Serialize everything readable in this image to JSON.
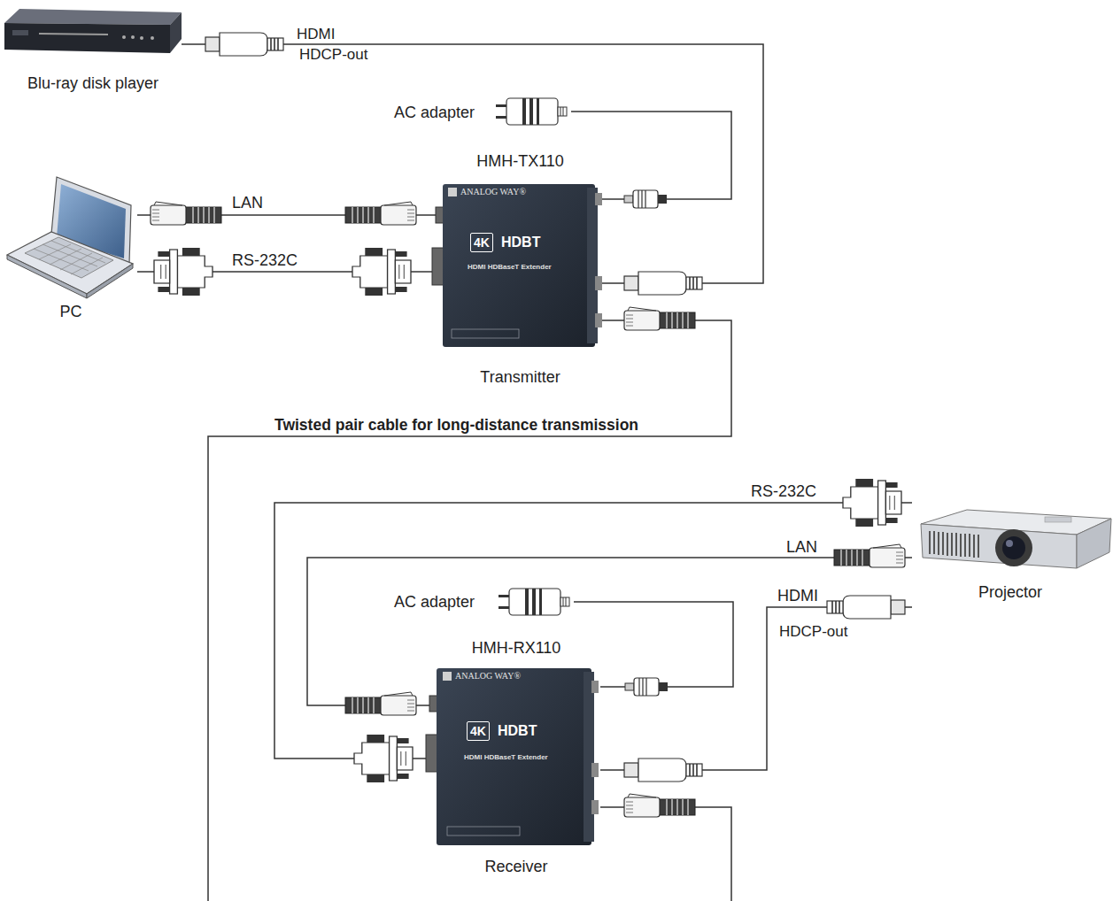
{
  "diagram": {
    "nodes": [
      {
        "text": [
          "Blu-ray disk player"
        ]
      },
      {
        "text": [
          "AC adapter"
        ]
      },
      {
        "text": [
          "PC"
        ]
      },
      {
        "text": [
          "HMH-TX110",
          "Transmitter"
        ]
      },
      {
        "text": [
          "Projector"
        ]
      },
      {
        "text": [
          "AC adapter"
        ]
      },
      {
        "text": [
          "HMH-RX110",
          "Receiver"
        ]
      }
    ],
    "edges": [
      {
        "from": 0,
        "to": 3,
        "arrow": "none",
        "label": "HDMI"
      },
      {
        "from": 1,
        "to": 3,
        "arrow": "none"
      },
      {
        "from": 2,
        "to": 3,
        "arrow": "none",
        "label": "LAN"
      },
      {
        "from": 2,
        "to": 3,
        "arrow": "none",
        "label": "RS-232C"
      },
      {
        "from": 3,
        "to": 6,
        "arrow": "none",
        "label": "Twisted pair cable for long-distance transmission"
      },
      {
        "from": 6,
        "to": 4,
        "arrow": "none",
        "label": "RS-232C"
      },
      {
        "from": 6,
        "to": 4,
        "arrow": "none",
        "label": "LAN"
      },
      {
        "from": 6,
        "to": 4,
        "arrow": "none",
        "label": "HDMI"
      },
      {
        "from": 5,
        "to": 6,
        "arrow": "none"
      }
    ],
    "labels": [
      "HDCP-out",
      "ANALOG WAY®",
      "4K",
      "HDBT",
      "HDMI HDBaseT Extender",
      "ANALOG WAY®",
      "4K",
      "HDBT",
      "HDMI HDBaseT Extender",
      "HDCP-out"
    ]
  }
}
